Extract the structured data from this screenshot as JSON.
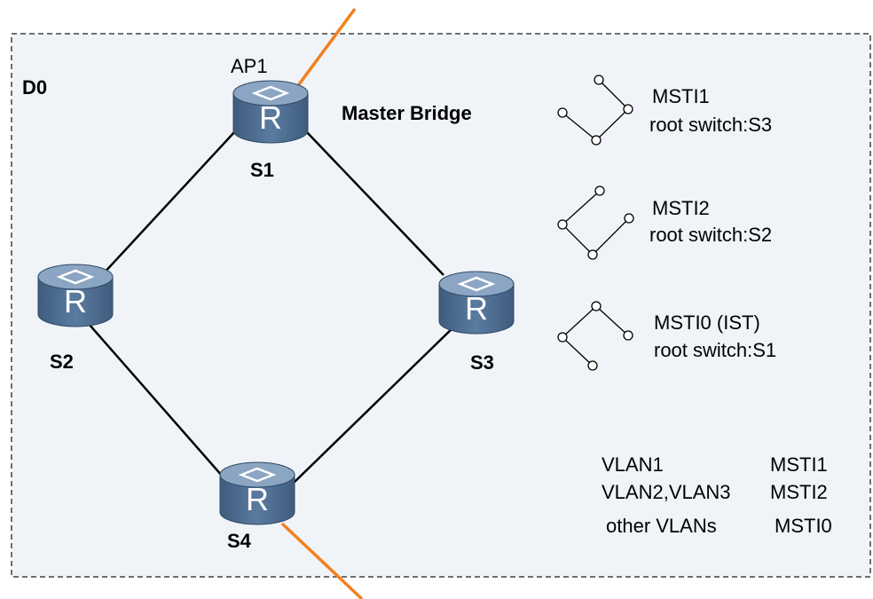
{
  "domain_label": "D0",
  "ap_label": "AP1",
  "master_bridge_label": "Master Bridge",
  "switches": {
    "s1": "S1",
    "s2": "S2",
    "s3": "S3",
    "s4": "S4"
  },
  "router_glyph": "R",
  "instances": [
    {
      "name": "MSTI1",
      "root": "root switch:S3"
    },
    {
      "name": "MSTI2",
      "root": "root switch:S2"
    },
    {
      "name": "MSTI0 (IST)",
      "root": "root switch:S1"
    }
  ],
  "vlan_mapping": [
    {
      "vlan": "VLAN1",
      "instance": "MSTI1"
    },
    {
      "vlan": "VLAN2,VLAN3",
      "instance": "MSTI2"
    },
    {
      "vlan": "other VLANs",
      "instance": "MSTI0"
    }
  ],
  "colors": {
    "region_fill": "#f0f4f8",
    "region_border": "#404040",
    "router_body": "#4d6b8c",
    "router_top": "#7f9ab8",
    "uplink": "#f2801e",
    "link": "#000000"
  }
}
